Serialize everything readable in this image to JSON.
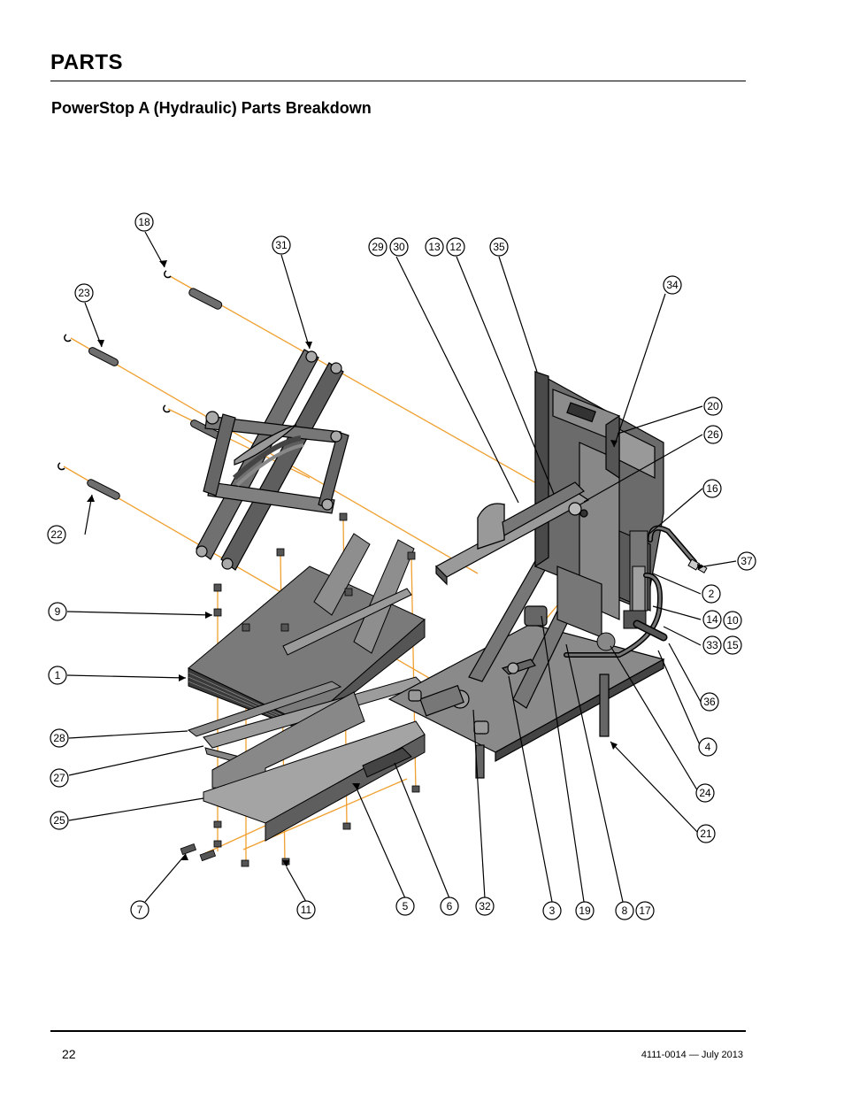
{
  "header": {
    "section_title": "PARTS",
    "subtitle": "PowerStop A (Hydraulic) Parts Breakdown"
  },
  "diagram": {
    "colors": {
      "leader_orange": "#f0a030",
      "part_gray": "#6e6e6e",
      "part_light": "#a8a8a8"
    },
    "callouts": [
      "1",
      "2",
      "3",
      "4",
      "5",
      "6",
      "7",
      "8",
      "9",
      "10",
      "11",
      "12",
      "13",
      "14",
      "15",
      "16",
      "17",
      "18",
      "19",
      "20",
      "21",
      "22",
      "23",
      "24",
      "25",
      "26",
      "27",
      "28",
      "29",
      "30",
      "31",
      "32",
      "33",
      "34",
      "35",
      "36",
      "37"
    ]
  },
  "footer": {
    "page_number": "22",
    "doc_ref": "4111-0014 — July 2013"
  }
}
